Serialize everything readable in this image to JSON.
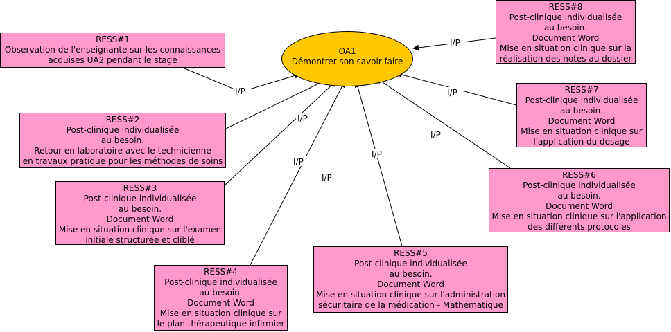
{
  "center": {
    "id": "OA1",
    "title": "Démontrer son savoir-faire"
  },
  "edge_label": "I/P",
  "nodes": [
    {
      "id": "RESS#1",
      "lines": [
        "Observation de l'enseignante sur les connaissances",
        "acquises UA2 pendant le stage"
      ]
    },
    {
      "id": "RESS#2",
      "lines": [
        "Post-clinique individualisée",
        "au besoin.",
        "Retour en laboratoire avec le technicienne",
        "en travaux pratique pour les méthodes de soins"
      ]
    },
    {
      "id": "RESS#3",
      "lines": [
        "Post-clinique individualisée",
        "au besoin.",
        "Document Word",
        "Mise en situation clinique sur l'examen",
        "initiale structurée et cliblé"
      ]
    },
    {
      "id": "RESS#4",
      "lines": [
        "Post-clinique individualisée",
        "au besoin.",
        "Document Word",
        "Mise en situation clinique sur",
        "le plan thérapeutique infirmier"
      ]
    },
    {
      "id": "RESS#5",
      "lines": [
        "Post-clinique individualisée",
        "au besoin.",
        "Document Word",
        "Mise en situation clinique sur l'administration",
        "sécuritaire de la médication - Mathématique"
      ]
    },
    {
      "id": "RESS#6",
      "lines": [
        "Post-clinique individualisée",
        "au besoin.",
        "Document Word",
        "Mise en situation clinique sur l'application",
        "des différents protocoles"
      ]
    },
    {
      "id": "RESS#7",
      "lines": [
        "Post-clinique individualisée",
        "au besoin.",
        "Document Word",
        "Mise en situation clinique sur",
        "l'application du dosage"
      ]
    },
    {
      "id": "RESS#8",
      "lines": [
        "Post-clinique individualisée",
        "au besoin.",
        "Document Word",
        "Mise en situation clinique sur la",
        "réalisation des notes au dossier"
      ]
    }
  ]
}
